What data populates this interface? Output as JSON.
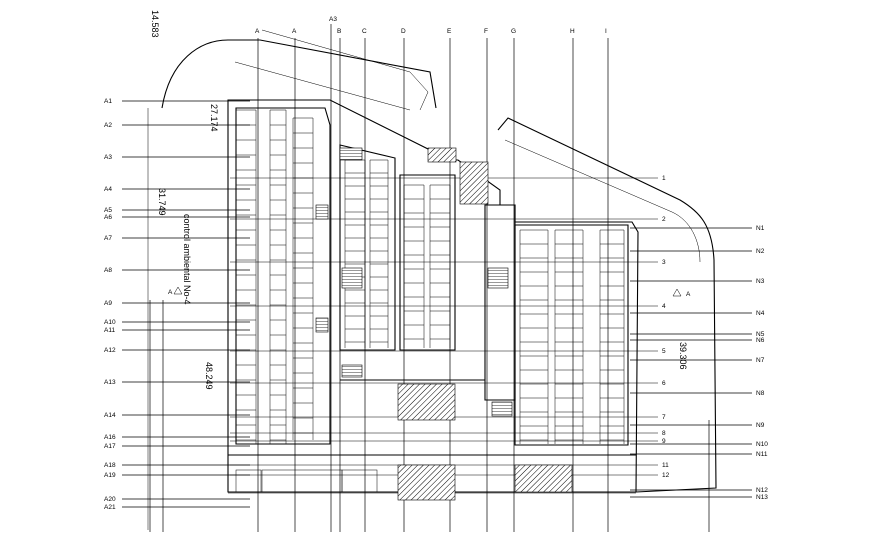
{
  "drawing": {
    "col_labels": [
      "A",
      "A",
      "B",
      "C",
      "D",
      "E",
      "F",
      "G",
      "H",
      "I"
    ],
    "top_marker": "A3",
    "left_row_labels": [
      "A1",
      "A2",
      "A3",
      "A4",
      "A5",
      "A6",
      "A7",
      "A8",
      "A9",
      "A10",
      "A11",
      "A12",
      "A13",
      "A14",
      "A16",
      "A17",
      "A18",
      "A19",
      "A20",
      "A21"
    ],
    "right_row_labels": [
      "N1",
      "N2",
      "N3",
      "N4",
      "N5",
      "N6",
      "N7",
      "N8",
      "N9",
      "N10",
      "N11",
      "N12",
      "N13"
    ],
    "inner_row_numbers": [
      "1",
      "2",
      "3",
      "4",
      "5",
      "6",
      "7",
      "8",
      "9",
      "11",
      "12"
    ],
    "dimensions": {
      "d1": "14.583",
      "d2": "27.174",
      "d3": "31.749",
      "d4": "48.249",
      "d5": "39.306"
    },
    "annotations": {
      "area_label": "control ambiental  No-4",
      "marker_left": "A",
      "marker_right": "A"
    }
  }
}
